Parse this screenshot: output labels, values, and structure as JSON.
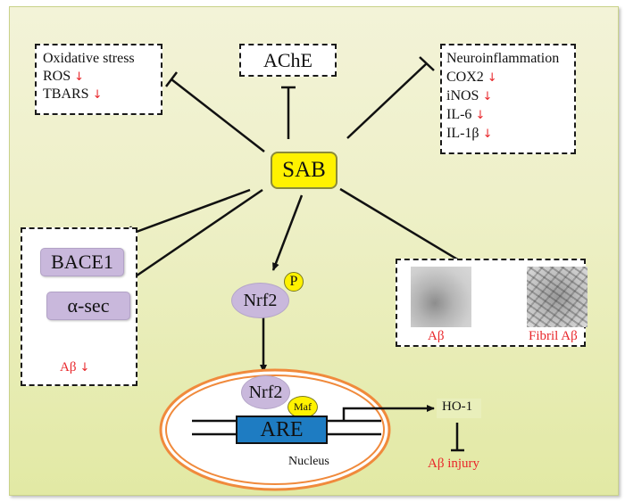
{
  "center": {
    "label": "SAB"
  },
  "oxidative_box": {
    "title": "Oxidative stress",
    "items": [
      {
        "label": "ROS",
        "trend": "↓"
      },
      {
        "label": "TBARS",
        "trend": "↓"
      }
    ]
  },
  "ache_box": {
    "label": "AChE"
  },
  "neuro_box": {
    "title": "Neuroinflammation",
    "items": [
      {
        "label": "COX2",
        "trend": "↓"
      },
      {
        "label": "iNOS",
        "trend": "↓"
      },
      {
        "label": "IL-6",
        "trend": "↓"
      },
      {
        "label": "IL-1β",
        "trend": "↓"
      }
    ]
  },
  "secretase_box": {
    "bace1": "BACE1",
    "alpha_sec": "α-sec",
    "result": "Aβ",
    "result_trend": "↓"
  },
  "nrf2": {
    "label": "Nrf2",
    "phospho": "P"
  },
  "fibril_box": {
    "monomer_label": "Aβ",
    "fibril_label": "Fibril Aβ"
  },
  "nucleus": {
    "label": "Nucleus",
    "nrf2": "Nrf2",
    "maf": "Maf",
    "are": "ARE"
  },
  "downstream": {
    "ho1": "HO-1",
    "injury": "Aβ injury"
  },
  "colors": {
    "inhibit_red": "#e8262a",
    "sab_yellow": "#fff200",
    "protein_purple": "#c9b8dc",
    "are_blue": "#1e7cc2",
    "nucleus_orange": "#f08a3c"
  }
}
